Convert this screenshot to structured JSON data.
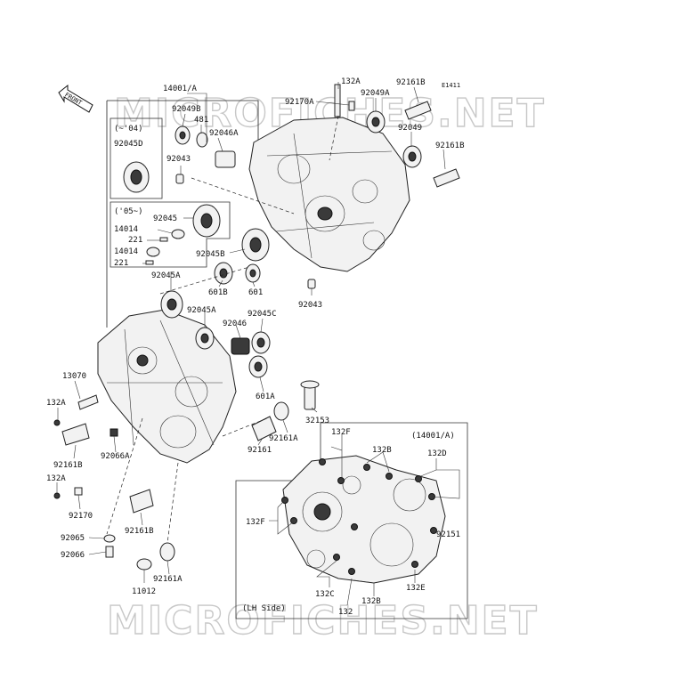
{
  "watermark": "MICROFICHES.NET",
  "front_arrow": "FRONT",
  "diagram_code": "E1411",
  "inset_early": {
    "label": "(~'04)",
    "part": "92045D"
  },
  "inset_late": {
    "label": "('05~)"
  },
  "inset_lh": {
    "assembly": "(14001/A)",
    "side": "(LH Side)"
  },
  "labels": {
    "l14001a": "14001/A",
    "l92049b": "92049B",
    "l481": "481",
    "l92046a": "92046A",
    "l92043a": "92043",
    "l132a_top": "132A",
    "l92170a": "92170A",
    "l92049a": "92049A",
    "l92161b_top": "92161B",
    "l92049": "92049",
    "l92161b_right": "92161B",
    "l92045": "92045",
    "l14014a": "14014",
    "l221a": "221",
    "l14014b": "14014",
    "l221b": "221",
    "l92045b": "92045B",
    "l92045a_top": "92045A",
    "l601b": "601B",
    "l601": "601",
    "l92043b": "92043",
    "l92045a_mid": "92045A",
    "l92045c": "92045C",
    "l92046": "92046",
    "l601a": "601A",
    "l13070": "13070",
    "l132a_left": "132A",
    "l32153": "32153",
    "l92066a": "92066A",
    "l92161b_left": "92161B",
    "l92161a_mid": "92161A",
    "l92161": "92161",
    "l132a_low": "132A",
    "l92170": "92170",
    "l92161b_low": "92161B",
    "l92065": "92065",
    "l92066": "92066",
    "l92161a_low": "92161A",
    "l11012": "11012",
    "l132f_top": "132F",
    "l132b_top": "132B",
    "l132d": "132D",
    "l132f_left": "132F",
    "l92151": "92151",
    "l132c": "132C",
    "l132e": "132E",
    "l132b_bot": "132B",
    "l132": "132"
  }
}
